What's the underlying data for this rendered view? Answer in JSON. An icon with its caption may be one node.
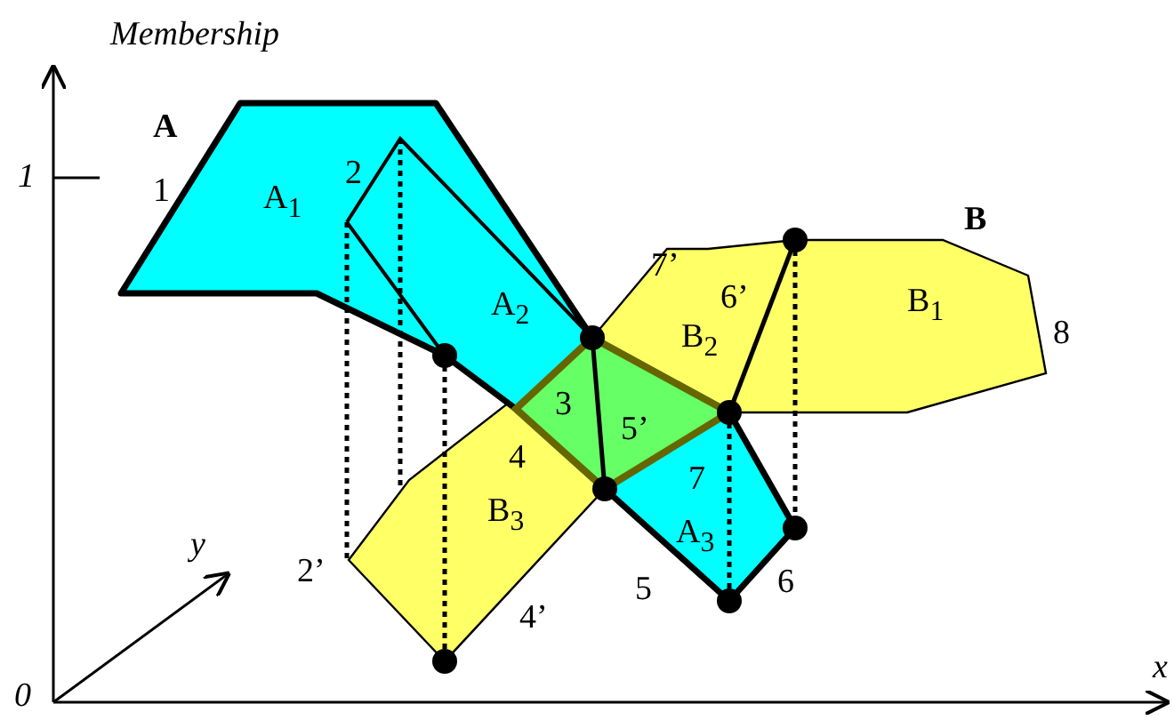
{
  "diagram": {
    "labels": [
      "Membership",
      "A",
      "1",
      "1",
      "A$_{1}$",
      "2",
      "7’",
      "B",
      "6’",
      "A$_{2}$",
      "B$_{2}$",
      "B$_{1}$",
      "8",
      "3",
      "5’",
      "4",
      "7",
      "B$_{3}$",
      "A$_{3}$",
      "y",
      "2’",
      "6",
      "5",
      "4’",
      "0",
      "x"
    ]
  }
}
